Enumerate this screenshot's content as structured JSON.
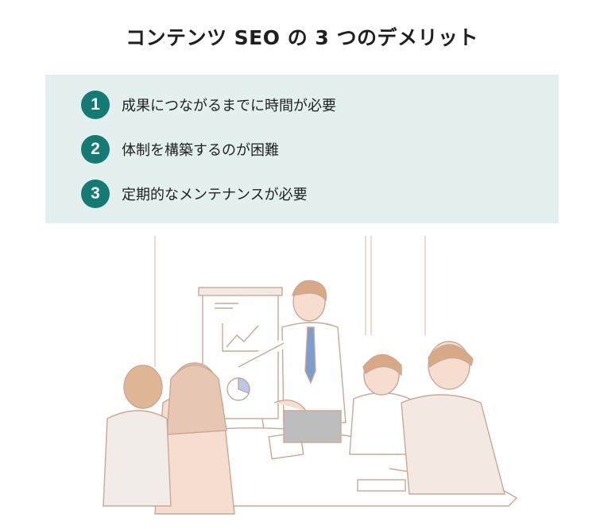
{
  "title": "コンテンツ SEO の 3 つのデメリット",
  "items": [
    {
      "number": "1",
      "text": "成果につながるまでに時間が必要"
    },
    {
      "number": "2",
      "text": "体制を構築するのが困難"
    },
    {
      "number": "3",
      "text": "定期的なメンテナンスが必要"
    }
  ],
  "colors": {
    "accent": "#157a73",
    "panel_bg": "#e4efef",
    "skin": "#f7ddd0",
    "hair": "#d9a987",
    "line": "#c9a896",
    "tie": "#7f9ccf"
  },
  "illustration": {
    "name": "business-meeting-illustration"
  }
}
